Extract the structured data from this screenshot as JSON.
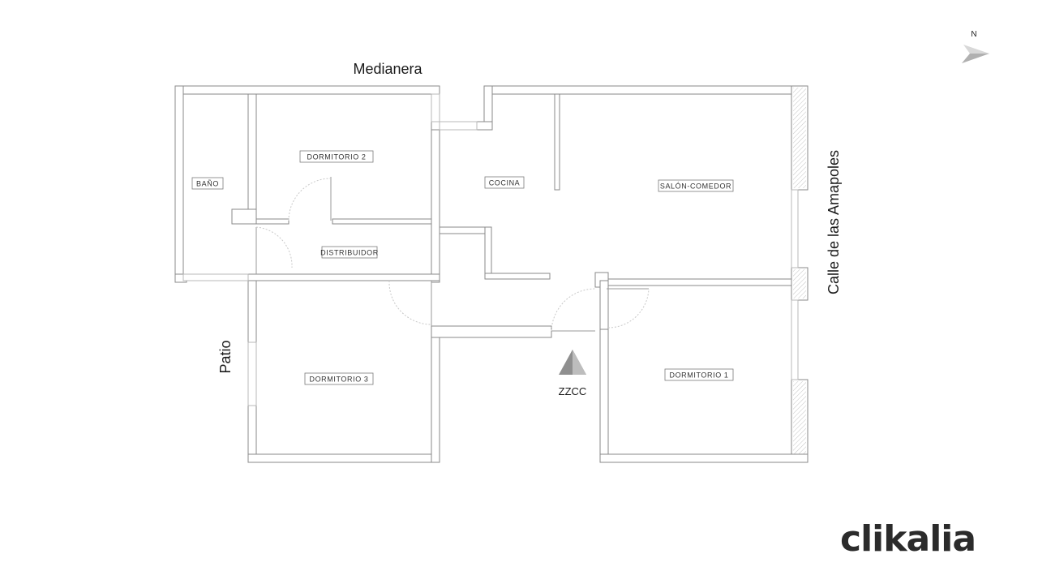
{
  "labels": {
    "medianera": "Medianera",
    "calle": "Calle de las Amapoles",
    "patio": "Patio",
    "zzcc": "ZZCC",
    "north": "N"
  },
  "rooms": {
    "bano": "BAÑO",
    "dormitorio2": "DORMITORIO 2",
    "cocina": "COCINA",
    "salon": "SALÓN-COMEDOR",
    "distribuidor": "DISTRIBUIDOR",
    "dormitorio3": "DORMITORIO 3",
    "dormitorio1": "DORMITORIO 1"
  },
  "brand": {
    "name": "clikalia",
    "accent_color": "#e6194b"
  },
  "colors": {
    "wall_stroke": "#8a8a8a",
    "text": "#1a1a1a",
    "zzcc_marker": "#8f8f8f"
  }
}
